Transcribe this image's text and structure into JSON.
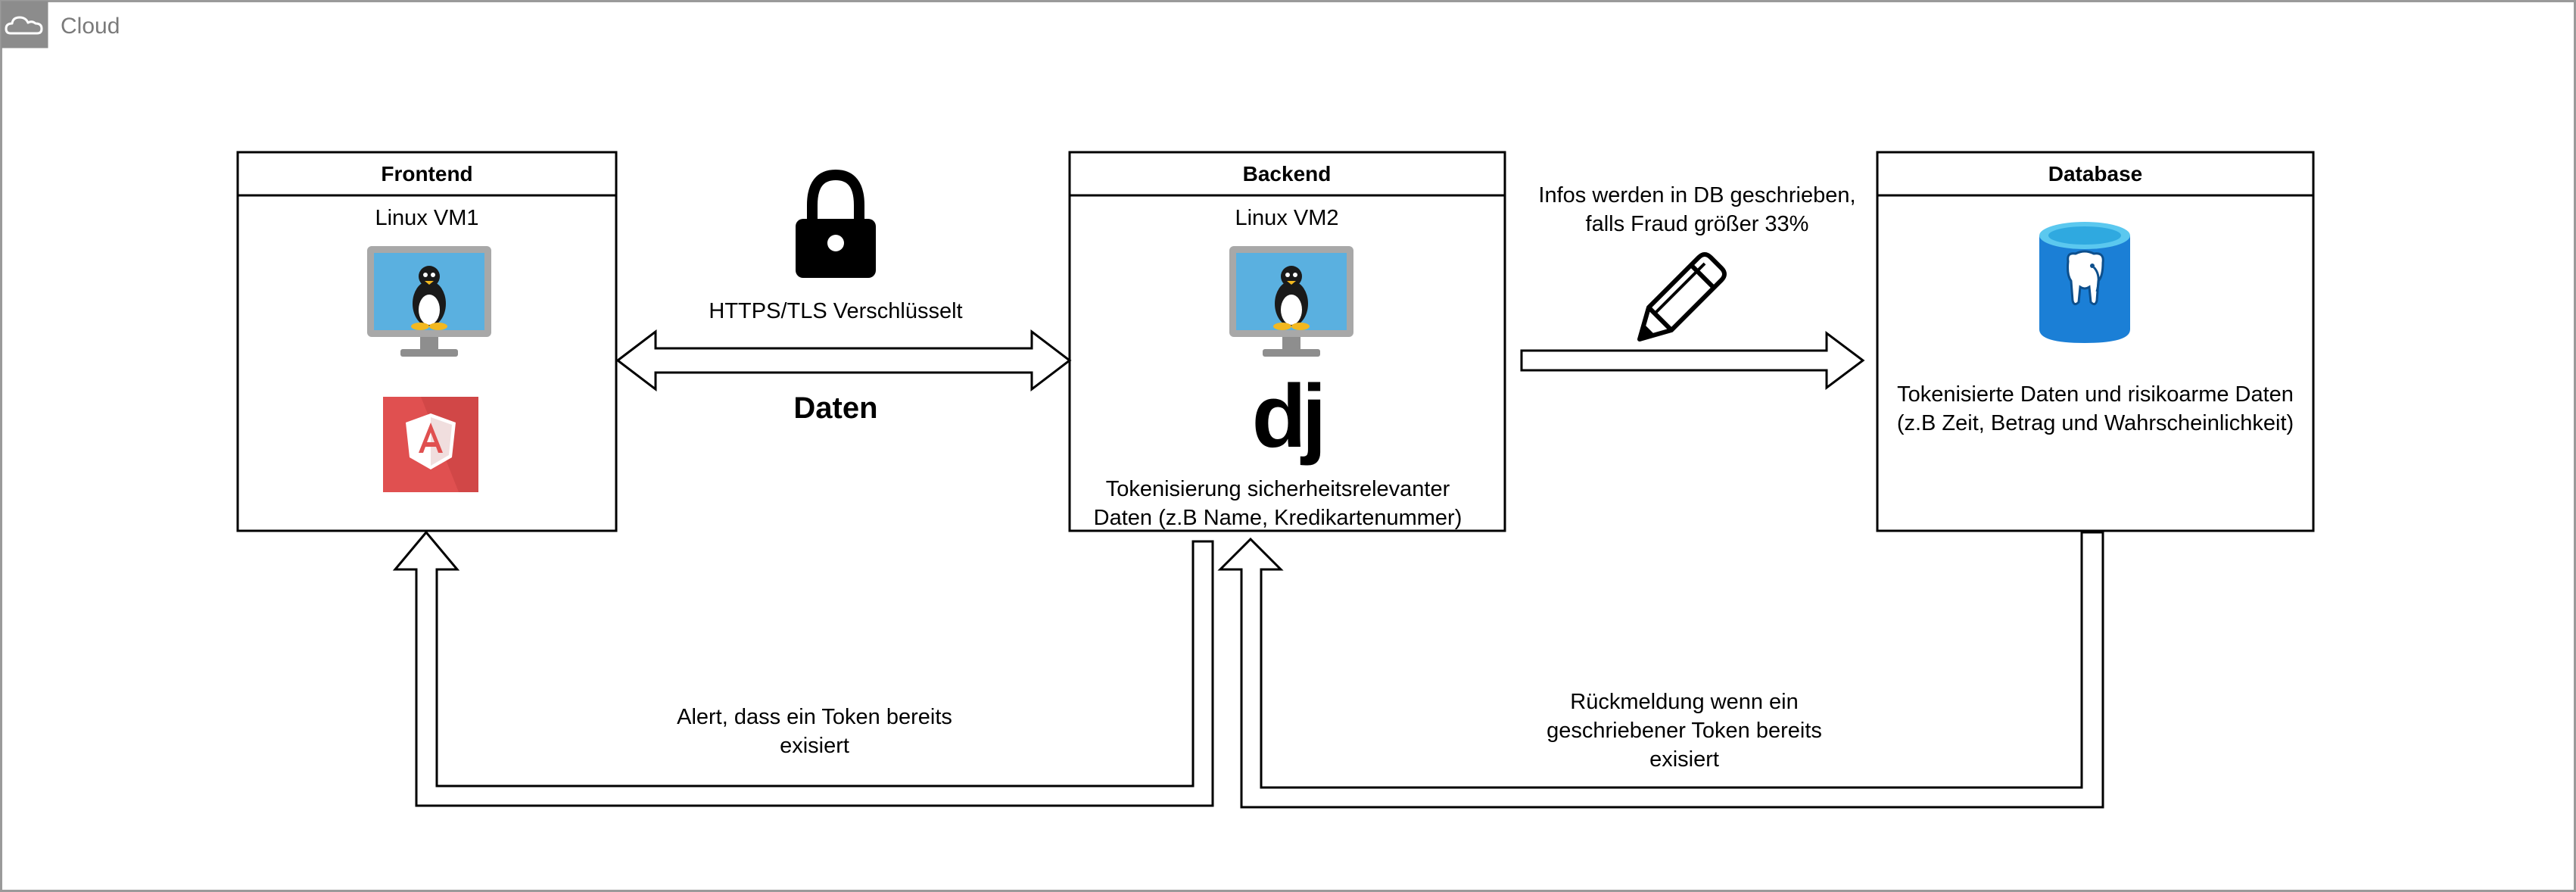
{
  "cloud": {
    "label": "Cloud",
    "icon": "cloud-icon"
  },
  "nodes": {
    "frontend": {
      "title": "Frontend",
      "subtitle": "Linux VM1",
      "icons": [
        "linux-vm-icon",
        "angular-icon"
      ]
    },
    "backend": {
      "title": "Backend",
      "subtitle": "Linux VM2",
      "framework_logo": "dj",
      "note_line1": "Tokenisierung sicherheitsrelevanter",
      "note_line2": "Daten (z.B Name, Kredikartenummer)",
      "icons": [
        "linux-vm-icon",
        "django-icon"
      ]
    },
    "database": {
      "title": "Database",
      "note_line1": "Tokenisierte Daten und risikoarme Daten",
      "note_line2": "(z.B Zeit, Betrag und Wahrscheinlichkeit)",
      "icons": [
        "postgresql-icon"
      ]
    }
  },
  "edges": {
    "frontend_backend": {
      "label_top": "HTTPS/TLS Verschlüsselt",
      "label_bottom": "Daten",
      "icon": "lock-icon"
    },
    "backend_database": {
      "label_line1": "Infos werden in DB geschrieben,",
      "label_line2": "falls Fraud größer 33%",
      "icon": "pencil-icon"
    },
    "backend_frontend_alert": {
      "label_line1": "Alert, dass ein Token bereits",
      "label_line2": "exisiert"
    },
    "database_backend_feedback": {
      "label_line1": "Rückmeldung wenn ein",
      "label_line2": "geschriebener Token bereits",
      "label_line3": "exisiert"
    }
  },
  "colors": {
    "cloud_border": "#9a9a9a",
    "cloud_icon_bg": "#8c8c8c",
    "cloud_label": "#7a7a7a",
    "monitor_screen": "#5ab0e0",
    "monitor_frame": "#a8a8a8",
    "angular_red": "#e05050",
    "postgres_blue": "#1b7fd6"
  }
}
